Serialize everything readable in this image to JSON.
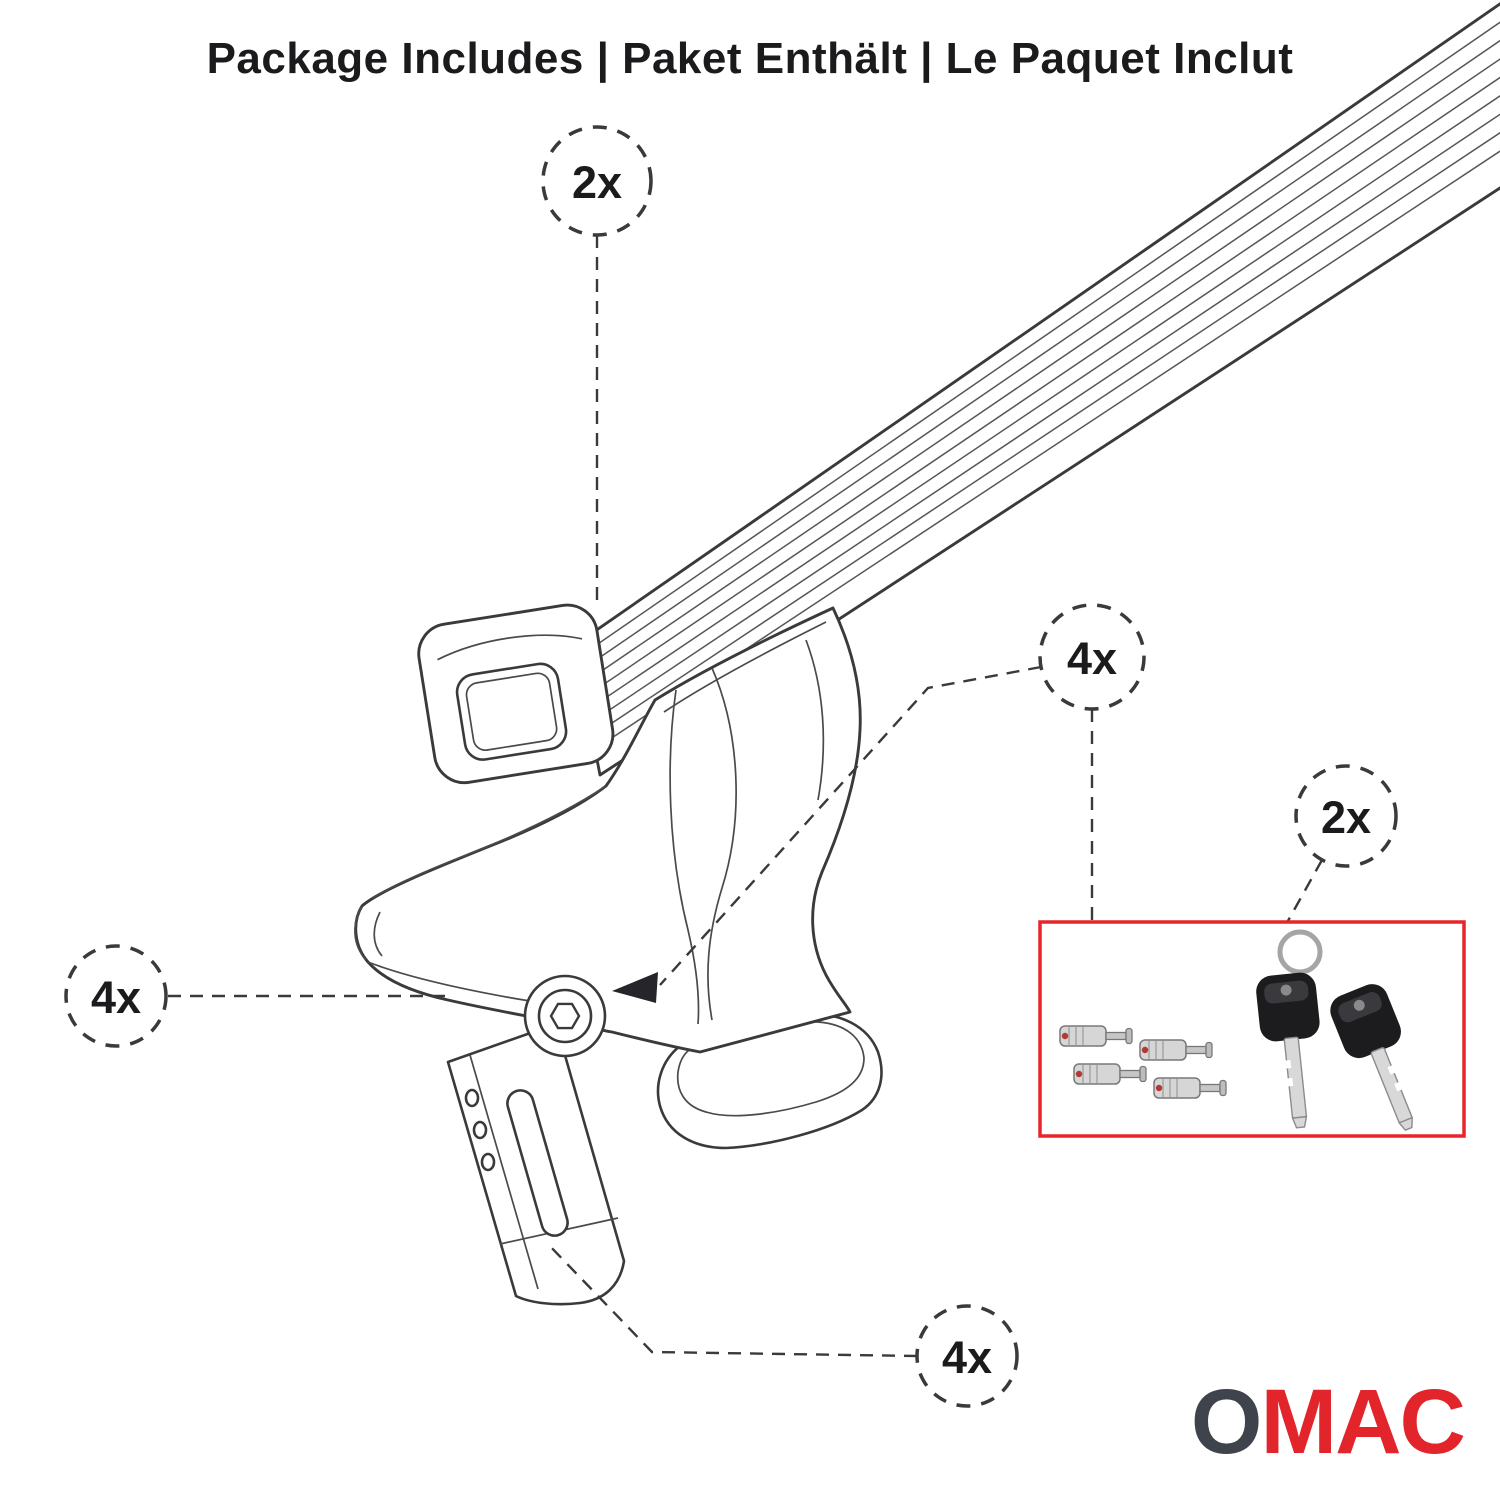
{
  "title": "Package Includes | Paket Enthält | Le Paquet Inclut",
  "callouts": {
    "crossbar": {
      "label": "2x"
    },
    "lock_pins": {
      "label": "4x"
    },
    "keys": {
      "label": "2x"
    },
    "foot": {
      "label": "4x"
    },
    "clamp": {
      "label": "4x"
    }
  },
  "hardware_box": {
    "icons": [
      "lock-pin-icon",
      "key-icon"
    ]
  },
  "logo": {
    "first": "O",
    "rest": "MAC"
  },
  "colors": {
    "line": "#3a3a3a",
    "accent_red": "#e8252a",
    "logo_gray": "#3f444c",
    "logo_red": "#e2242b",
    "text": "#1b1b1d"
  }
}
